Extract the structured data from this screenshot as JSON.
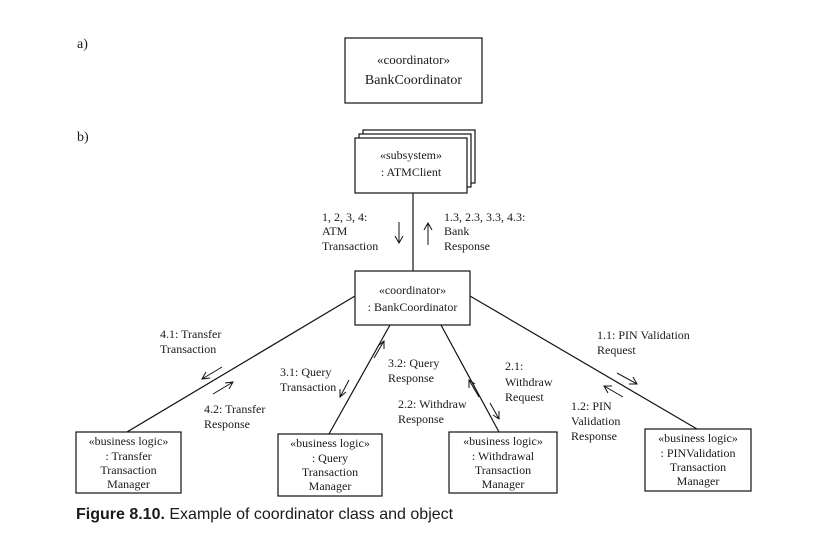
{
  "part_a": {
    "label": "a)",
    "class_box": {
      "stereotype": "«coordinator»",
      "name": "BankCoordinator"
    }
  },
  "part_b": {
    "label": "b)",
    "atm_client": {
      "stereotype": "«subsystem»",
      "name": ": ATMClient"
    },
    "coordinator": {
      "stereotype": "«coordinator»",
      "name": ": BankCoordinator"
    },
    "transfer_manager": {
      "stereotype": "«business logic»",
      "lines": [
        ": Transfer",
        "Transaction",
        "Manager"
      ]
    },
    "query_manager": {
      "stereotype": "«business logic»",
      "lines": [
        ": Query",
        "Transaction",
        "Manager"
      ]
    },
    "withdrawal_manager": {
      "stereotype": "«business logic»",
      "lines": [
        ": Withdrawal",
        "Transaction",
        "Manager"
      ]
    },
    "pin_manager": {
      "stereotype": "«business logic»",
      "lines": [
        ": PINValidation",
        "Transaction",
        "Manager"
      ]
    },
    "messages": {
      "atm_transaction": [
        "1, 2, 3, 4:",
        "ATM",
        "Transaction"
      ],
      "bank_response": [
        "1.3, 2.3, 3.3, 4.3:",
        "Bank",
        "Response"
      ],
      "transfer_transaction": [
        "4.1: Transfer",
        "Transaction"
      ],
      "transfer_response": [
        "4.2: Transfer",
        "Response"
      ],
      "query_transaction": [
        "3.1: Query",
        "Transaction"
      ],
      "query_response": [
        "3.2: Query",
        "Response"
      ],
      "withdraw_request": [
        "2.1:",
        "Withdraw",
        "Request"
      ],
      "withdraw_response": [
        "2.2: Withdraw",
        "Response"
      ],
      "pin_request": [
        "1.1: PIN Validation",
        "Request"
      ],
      "pin_response": [
        "1.2: PIN",
        "Validation",
        "Response"
      ]
    }
  },
  "caption": {
    "number": "Figure 8.10.",
    "text": "Example of coordinator class and object"
  }
}
